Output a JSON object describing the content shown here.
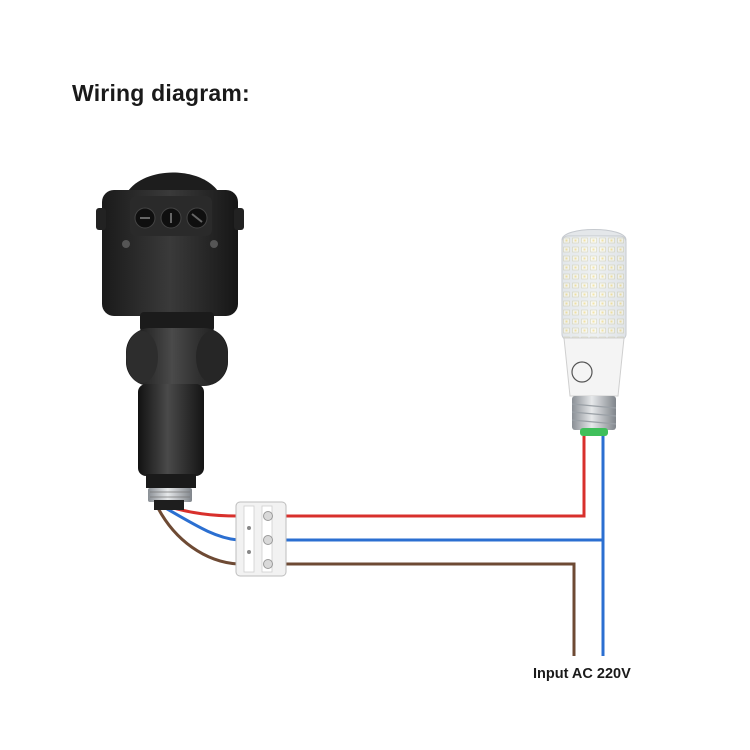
{
  "title": "Wiring diagram:",
  "components": {
    "sensor": "pir-motion-sensor",
    "terminal_block": "terminal-connector-block",
    "bulb": "led-corn-bulb"
  },
  "wires": [
    {
      "color_name": "red",
      "color": "#d8302c"
    },
    {
      "color_name": "blue",
      "color": "#2b6fd1"
    },
    {
      "color_name": "brown",
      "color": "#6e4a34"
    }
  ],
  "input_label": "Input AC 220V"
}
